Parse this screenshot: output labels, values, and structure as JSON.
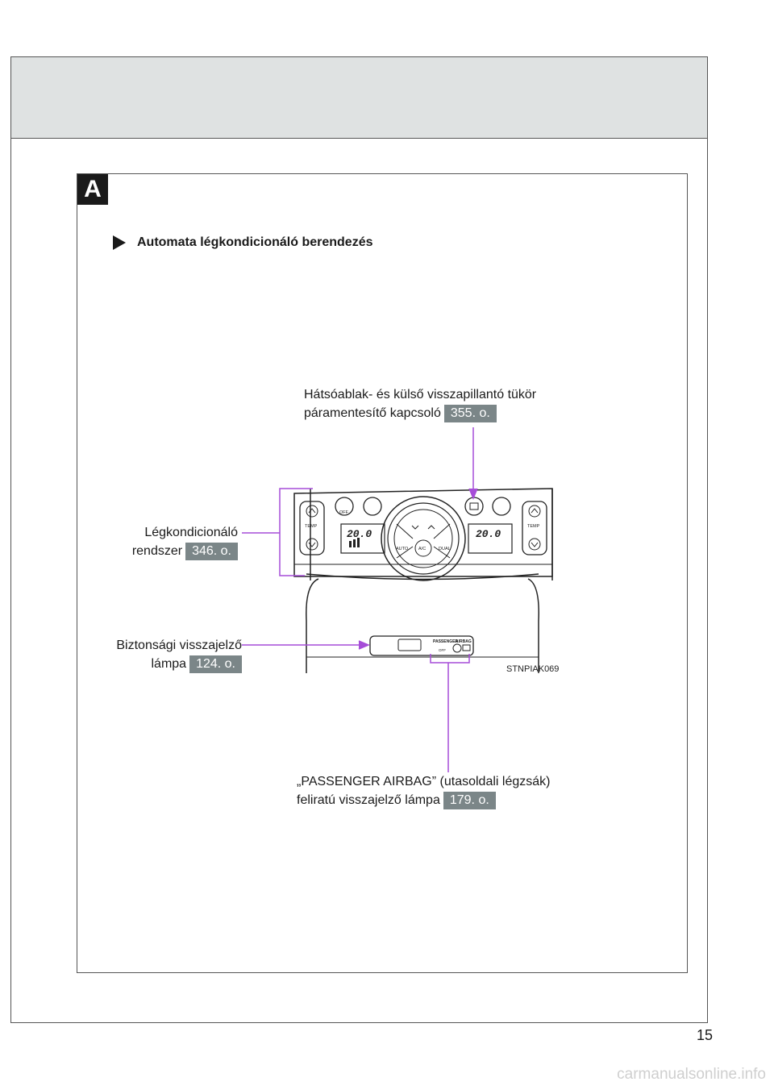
{
  "section": {
    "tab_letter": "A",
    "title": "Automata légkondicionáló berendezés"
  },
  "callouts": {
    "defogger": {
      "line1": "Hátsóablak- és külső visszapillantó tükör",
      "line2": "páramentesítő kapcsoló",
      "ref": "355. o."
    },
    "ac_system": {
      "line1": "Légkondicionáló",
      "line2": "rendszer",
      "ref": "346. o."
    },
    "seatbelt": {
      "line1": "Biztonsági visszajelző",
      "line2": "lámpa",
      "ref": "124. o."
    },
    "airbag": {
      "line1": "„PASSENGER AIRBAG” (utasoldali légzsák)",
      "line2": "feliratú visszajelző lámpa",
      "ref": "179. o."
    }
  },
  "panel": {
    "temp_label_left": "TEMP",
    "temp_label_right": "TEMP",
    "display_left": "20.0",
    "display_right": "20.0",
    "btn_off": "OFF",
    "btn_auto": "AUTO",
    "btn_ac": "A/C",
    "btn_dual": "DUAL",
    "passenger_label": "PASSENGER",
    "airbag_label": "AIRBAG",
    "airbag_off": "OFF"
  },
  "image_code": "STNPIAK069",
  "page_number": "15",
  "watermark": "carmanualsonline.info",
  "colors": {
    "callout_line": "#a64dd8",
    "ref_badge": "#7b8688",
    "header_band": "#dfe2e2"
  }
}
